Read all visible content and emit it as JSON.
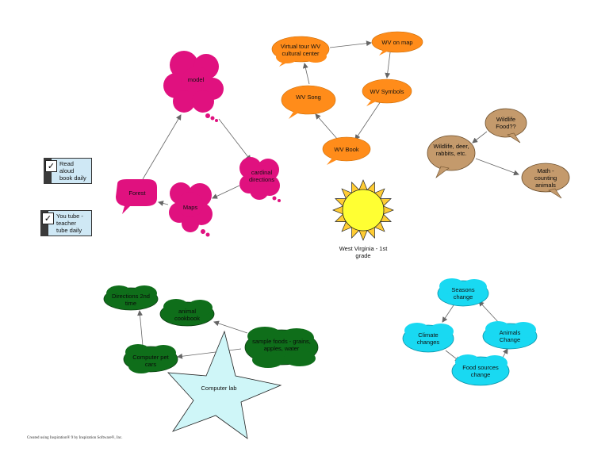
{
  "diagram": {
    "center": {
      "label": "West Virginia - 1st grade"
    },
    "pink_group": {
      "model": "model",
      "cardinal": "cardinal directions",
      "maps": "Maps",
      "forest": "Forest"
    },
    "orange_group": {
      "virtual_tour": "Virtual tour WV cultural center",
      "wv_on_map": "WV on map",
      "wv_symbols": "WV Symbols",
      "wv_song": "WV Song",
      "wv_book": "WV Book"
    },
    "brown_group": {
      "wildlife_food": "Wildlife Food??",
      "wildlife": "Wildlife, deer, rabbits, etc.",
      "math": "Math - counting animals"
    },
    "green_group": {
      "directions": "Directions 2nd time",
      "cookbook": "animal cookbook",
      "sample_foods": "sample foods - grains, apples, water",
      "computer_pet": "Computer pet cars",
      "computer_lab": "Computer lab"
    },
    "cyan_group": {
      "seasons": "Seasons change",
      "climate": "Climate changes",
      "animals": "Animals Change",
      "food_sources": "Food sources change"
    },
    "notes": {
      "read_aloud": "Read aloud book daily",
      "youtube": "You tube - teacher tube daily"
    },
    "footer": "Created using Inspiration® 9 by Inspiration Software®, Inc.",
    "colors": {
      "pink": "#e0117f",
      "orange": "#ff8c1a",
      "brown": "#c49a6c",
      "green": "#0f6e1a",
      "cyan": "#19d9f2",
      "star": "#cff6f8",
      "sun": "#ffff33"
    }
  }
}
